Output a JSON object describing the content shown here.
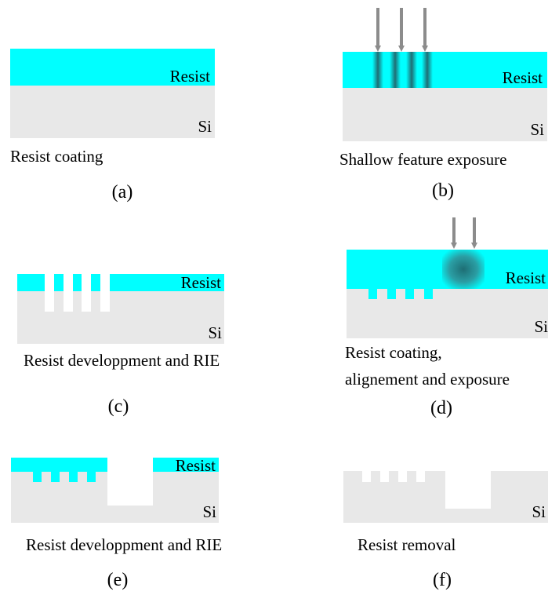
{
  "colors": {
    "resist": "#00ffff",
    "silicon": "#e8e8e8",
    "arrow": "#8c8c8c",
    "exposure_dark": "#1e6e74"
  },
  "panels": {
    "a": {
      "resist_label": "Resist",
      "si_label": "Si",
      "caption": "Resist coating",
      "panel_label": "(a)"
    },
    "b": {
      "resist_label": "Resist",
      "si_label": "Si",
      "caption": "Shallow feature exposure",
      "panel_label": "(b)"
    },
    "c": {
      "resist_label": "Resist",
      "si_label": "Si",
      "caption": "Resist developpment and RIE",
      "panel_label": "(c)"
    },
    "d": {
      "resist_label": "Resist",
      "si_label": "Si",
      "caption_line1": "Resist coating,",
      "caption_line2": "alignement and exposure",
      "panel_label": "(d)"
    },
    "e": {
      "resist_label": "Resist",
      "si_label": "Si",
      "caption": "Resist developpment and RIE",
      "panel_label": "(e)"
    },
    "f": {
      "si_label": "Si",
      "caption": "Resist removal",
      "panel_label": "(f)"
    }
  }
}
